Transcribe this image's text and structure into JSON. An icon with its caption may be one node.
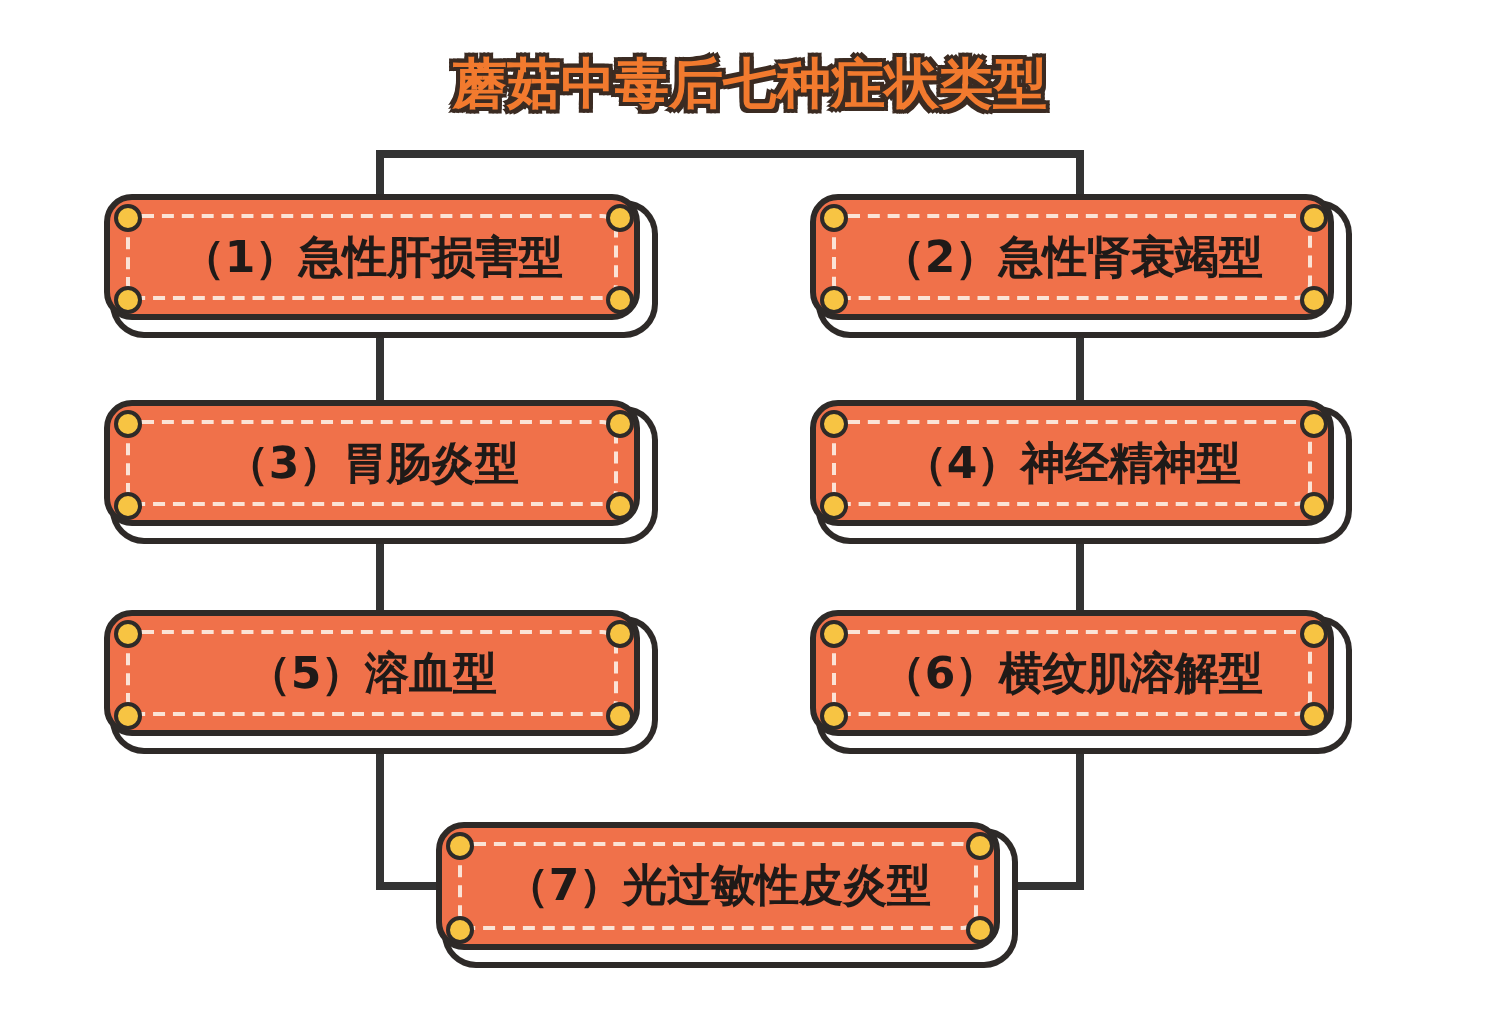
{
  "diagram": {
    "title": "蘑菇中毒后七种症状类型",
    "nodes": [
      {
        "text": [
          "（1）急性肝损害型"
        ]
      },
      {
        "text": [
          "（2）急性肾衰竭型"
        ]
      },
      {
        "text": [
          "（3）胃肠炎型"
        ]
      },
      {
        "text": [
          "（4）神经精神型"
        ]
      },
      {
        "text": [
          "（5）溶血型"
        ]
      },
      {
        "text": [
          "（6）横纹肌溶解型"
        ]
      },
      {
        "text": [
          "（7）光过敏性皮炎型"
        ]
      }
    ],
    "edges": [
      {
        "from": 0,
        "to": 1,
        "arrow": "none"
      },
      {
        "from": 0,
        "to": 2,
        "arrow": "none"
      },
      {
        "from": 2,
        "to": 4,
        "arrow": "none"
      },
      {
        "from": 4,
        "to": 6,
        "arrow": "none"
      },
      {
        "from": 1,
        "to": 3,
        "arrow": "none"
      },
      {
        "from": 3,
        "to": 5,
        "arrow": "none"
      },
      {
        "from": 5,
        "to": 6,
        "arrow": "none"
      }
    ]
  }
}
